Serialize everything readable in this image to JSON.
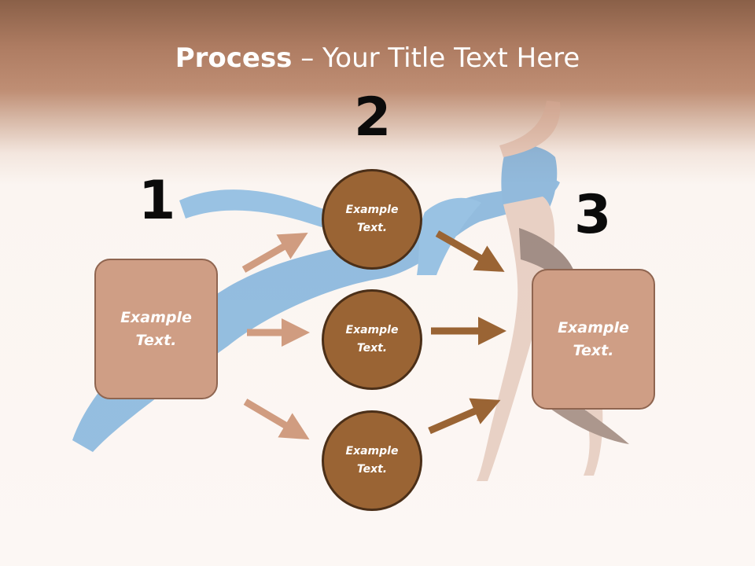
{
  "slide": {
    "title_bold": "Process",
    "title_rest": " – Your Title Text Here",
    "numbers": [
      "1",
      "2",
      "3"
    ],
    "left_box": "Example\nText.",
    "right_box": "Example\nText.",
    "circles": [
      "Example\nText.",
      "Example\nText.",
      "Example\nText."
    ]
  },
  "colors": {
    "box_fill": "#cf9e85",
    "circle_fill": "#9a6434",
    "light_arrow": "#d09c80",
    "dark_arrow": "#9a6434",
    "header_band": "#b5826a"
  }
}
